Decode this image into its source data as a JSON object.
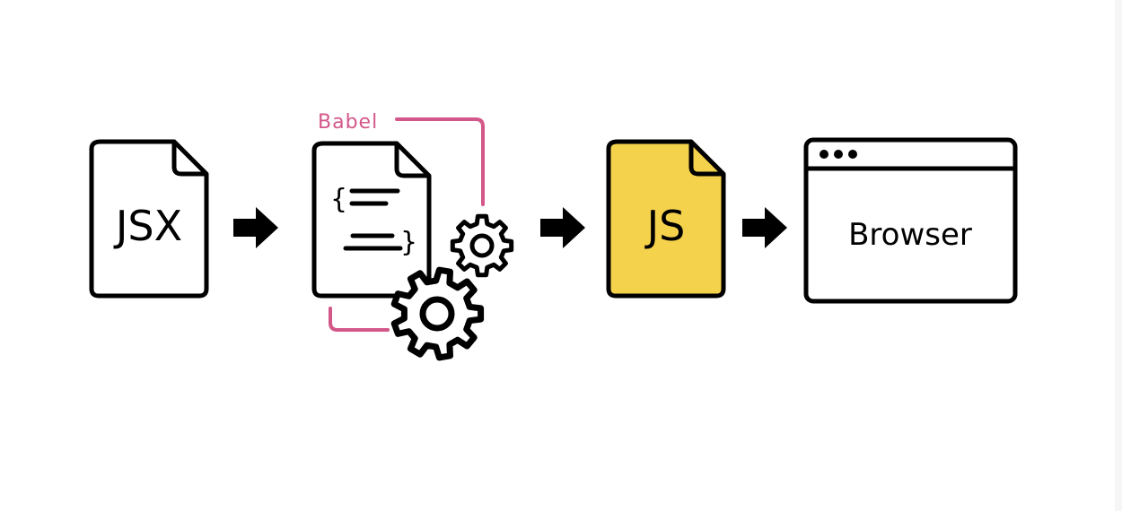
{
  "diagram": {
    "jsx_label": "JSX",
    "babel_label": "Babel",
    "babel_brace_open": "{",
    "babel_brace_close": "}",
    "js_label": "JS",
    "browser_label": "Browser"
  },
  "colors": {
    "stroke": "#000000",
    "babel_accent": "#d4578a",
    "js_fill": "#f5d24b",
    "background": "#ffffff"
  },
  "icons": [
    "file-icon",
    "gear-icon",
    "arrow-right-icon",
    "browser-window-icon"
  ]
}
